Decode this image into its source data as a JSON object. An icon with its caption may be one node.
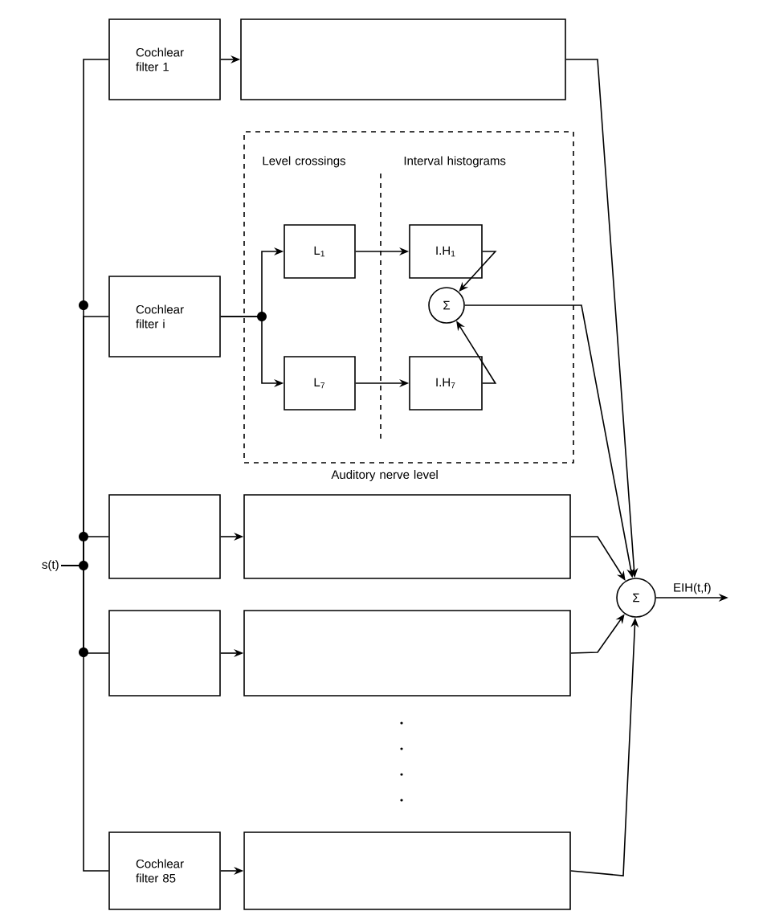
{
  "diagram": {
    "nodes": [
      {
        "text": [
          "Cochlear filter 1"
        ]
      },
      {
        "text": [],
        "shape": "box"
      },
      {
        "text": [
          "Level crossings",
          "Interval histograms",
          "Auditory nerve level"
        ]
      },
      {
        "text": [
          "Cochlear filter i"
        ]
      },
      {
        "text": [
          "L$_{1}$"
        ],
        "in": 2
      },
      {
        "text": [
          "L$_{7}$"
        ],
        "in": 2
      },
      {
        "text": [
          "I.H$_{1}$"
        ],
        "in": 2
      },
      {
        "text": [
          "I.H$_{7}$"
        ],
        "in": 2
      },
      {
        "text": [
          "Σ"
        ],
        "in": 2
      },
      {
        "text": [],
        "shape": "box"
      },
      {
        "text": [],
        "shape": "box"
      },
      {
        "text": [],
        "shape": "box"
      },
      {
        "text": [],
        "shape": "box"
      },
      {
        "text": [
          "Cochlear filter 85"
        ]
      },
      {
        "text": [],
        "shape": "box"
      },
      {
        "text": [
          "Σ"
        ]
      },
      {
        "text": [
          "s(t)"
        ]
      }
    ],
    "edges": [
      {
        "from": 16,
        "to": 0,
        "arrow": "none"
      },
      {
        "from": 16,
        "to": 3,
        "arrow": "none"
      },
      {
        "from": 16,
        "to": 9,
        "arrow": "none"
      },
      {
        "from": 16,
        "to": 11,
        "arrow": "none"
      },
      {
        "from": 16,
        "to": 13,
        "arrow": "none"
      },
      {
        "from": 0,
        "to": 1,
        "arrow": "to"
      },
      {
        "from": 3,
        "to": 4,
        "arrow": "to"
      },
      {
        "from": 3,
        "to": 5,
        "arrow": "to"
      },
      {
        "from": 4,
        "to": 6,
        "arrow": "to"
      },
      {
        "from": 5,
        "to": 7,
        "arrow": "to"
      },
      {
        "from": 6,
        "to": 8,
        "arrow": "to"
      },
      {
        "from": 7,
        "to": 8,
        "arrow": "to"
      },
      {
        "from": 9,
        "to": 10,
        "arrow": "to"
      },
      {
        "from": 11,
        "to": 12,
        "arrow": "to"
      },
      {
        "from": 13,
        "to": 14,
        "arrow": "to"
      },
      {
        "from": 1,
        "to": 15,
        "arrow": "to"
      },
      {
        "from": 8,
        "to": 15,
        "arrow": "to"
      },
      {
        "from": 10,
        "to": 15,
        "arrow": "to"
      },
      {
        "from": 12,
        "to": 15,
        "arrow": "to"
      },
      {
        "from": 14,
        "to": 15,
        "arrow": "to"
      },
      {
        "from": 15,
        "to": null,
        "arrow": "to",
        "label": "EIH(t,f)"
      }
    ]
  }
}
